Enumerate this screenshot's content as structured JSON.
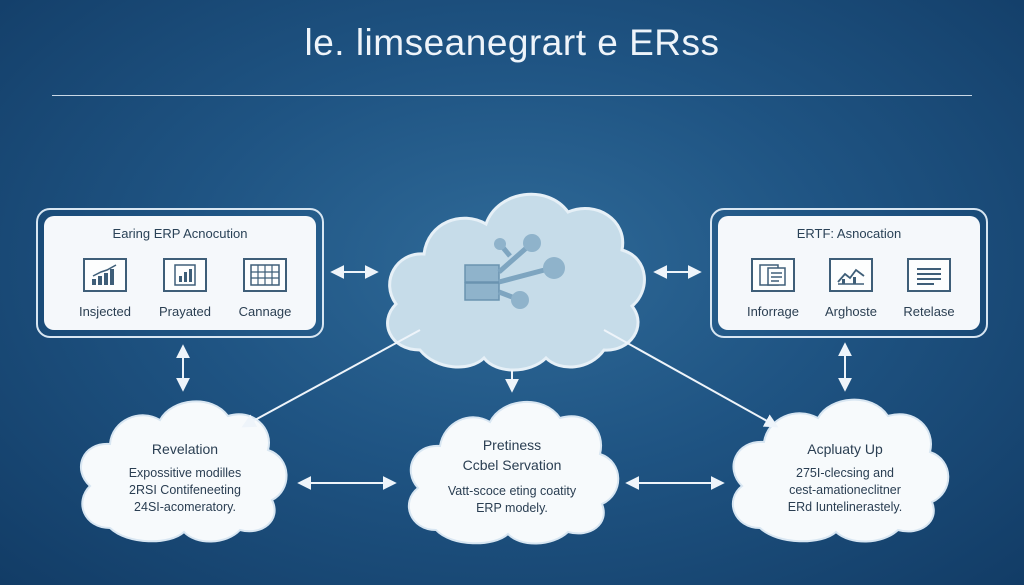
{
  "title": "le.  limseanegrart e ERss",
  "left_panel": {
    "title": "Earing ERP Acnocution",
    "items": [
      {
        "label": "Insjected",
        "icon": "bar-chart-icon"
      },
      {
        "label": "Prayated",
        "icon": "report-chart-icon"
      },
      {
        "label": "Cannage",
        "icon": "grid-table-icon"
      }
    ]
  },
  "right_panel": {
    "title": "ERTF: Asnocation",
    "items": [
      {
        "label": "Inforrage",
        "icon": "document-list-icon"
      },
      {
        "label": "Arghoste",
        "icon": "line-chart-icon"
      },
      {
        "label": "Retelase",
        "icon": "text-lines-icon"
      }
    ]
  },
  "hub": {
    "icon": "network-nodes-icon"
  },
  "clouds": [
    {
      "title": "Revelation",
      "lines": [
        "Expossitive modilles",
        "2RSI Contifeneeting",
        "24SI-acomeratory."
      ]
    },
    {
      "title": "Pretiness",
      "lines": [
        "Ccbel Servation",
        "",
        "Vatt-scoce eting coatity",
        "ERP modely."
      ]
    },
    {
      "title": "Acpluaty Up",
      "lines": [
        "275I-clecsing and",
        "cest-amationeclitner",
        "ERd Iuntelinerastely."
      ]
    }
  ],
  "colors": {
    "background": "#1f5483",
    "panel": "#f5f8fb",
    "cloud": "#f7fafc",
    "hub_cloud": "#c6dce9",
    "connector": "#eef4fa"
  }
}
